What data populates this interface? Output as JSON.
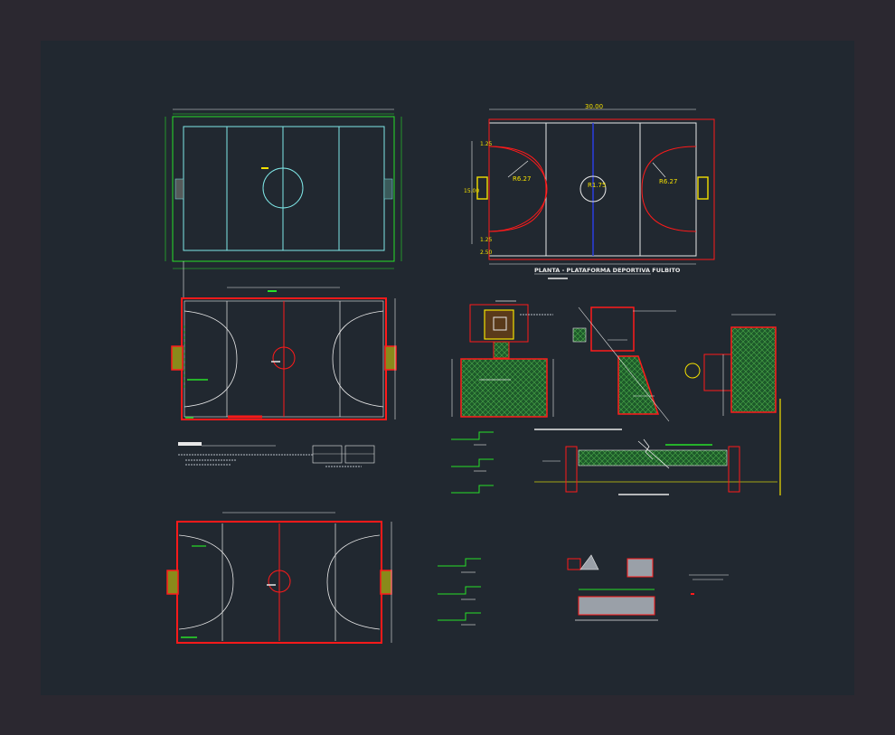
{
  "window": {
    "background": "#2b2830",
    "sheet_color": "#212830"
  },
  "colors": {
    "white": "#e8e8e8",
    "red": "#ff1a1a",
    "cyan": "#7fe8e8",
    "green": "#28e028",
    "yellow": "#f4e000",
    "blue": "#2b3dd6",
    "olive": "#8a8a1a",
    "hatch": "#4aa84a",
    "gray": "#9aa0a8"
  },
  "drawing": {
    "dim_overall": "30.00",
    "dim_width": "15.00",
    "dim_edge_top": "1.25",
    "dim_edge_bottom": "1.25",
    "dim_margin": "2.50",
    "radius_left": "R6.27",
    "radius_right": "R6.27",
    "radius_center": "R1.75",
    "plan_title": "PLANTA - PLATAFORMA DEPORTIVA FULBITO"
  },
  "icons": [
    "goal-icon",
    "hatch-pattern",
    "break-line-icon"
  ]
}
